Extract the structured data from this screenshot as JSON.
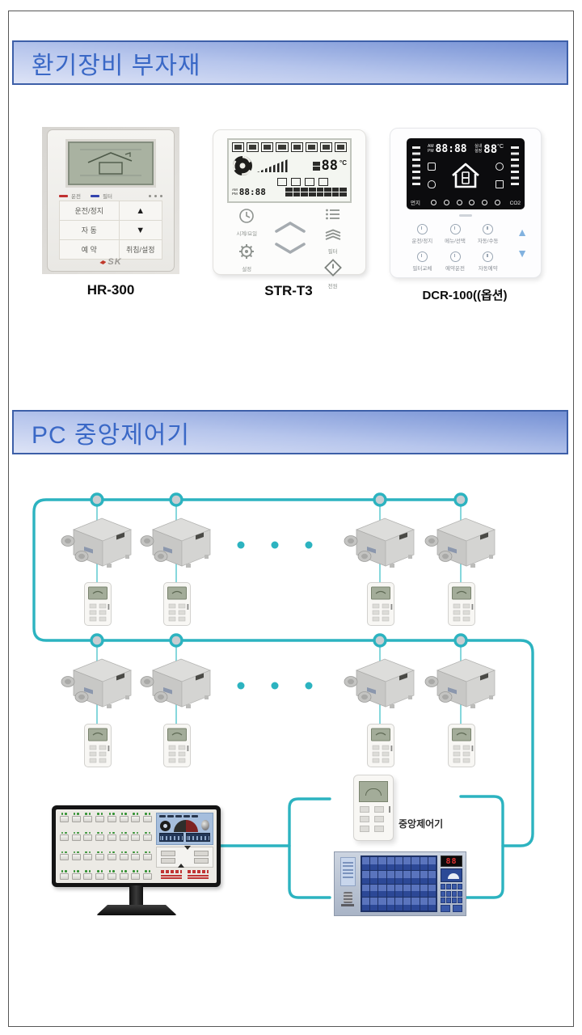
{
  "banners": {
    "section1": "환기장비 부자재",
    "section2": "PC 중앙제어기"
  },
  "products": [
    {
      "name": "HR-300",
      "brand": "SK",
      "leds": [
        {
          "label": "운전"
        },
        {
          "label": "필터"
        }
      ],
      "buttons": {
        "left": [
          "운전/정지",
          "자 동",
          "예 약"
        ],
        "right": [
          "▲",
          "▼",
          "취침/설정"
        ]
      }
    },
    {
      "name": "STR-T3",
      "display": {
        "temp": "88",
        "temp_unit": "°C",
        "time": "88:88",
        "am": "AM",
        "pm": "PM"
      },
      "buttons": {
        "clock": "시계/요일",
        "set": "설정",
        "filter": "필터",
        "power": "전원"
      }
    },
    {
      "name": "DCR-100((옵션)",
      "display": {
        "am": "AM",
        "pm": "PM",
        "time": "88:88",
        "room_label": "실내",
        "set_label": "설정",
        "temp": "88",
        "temp_unit": "°C",
        "left_scale": "먼지",
        "right_scale": "CO2"
      },
      "buttons": {
        "row1": [
          "운전/정지",
          "메뉴/선택",
          "자동/수동"
        ],
        "row2": [
          "필터교체",
          "예약운전",
          "자동예약"
        ],
        "up": "▲",
        "down": "▼"
      }
    }
  ],
  "diagram": {
    "central_controller_label": "중앙제어기",
    "panel_display": "88"
  },
  "colors": {
    "accent_teal": "#2cb3c0",
    "banner_text_blue": "#3a68c6",
    "banner_border_blue": "#3d5fa8",
    "alarm_red": "#c03030"
  }
}
